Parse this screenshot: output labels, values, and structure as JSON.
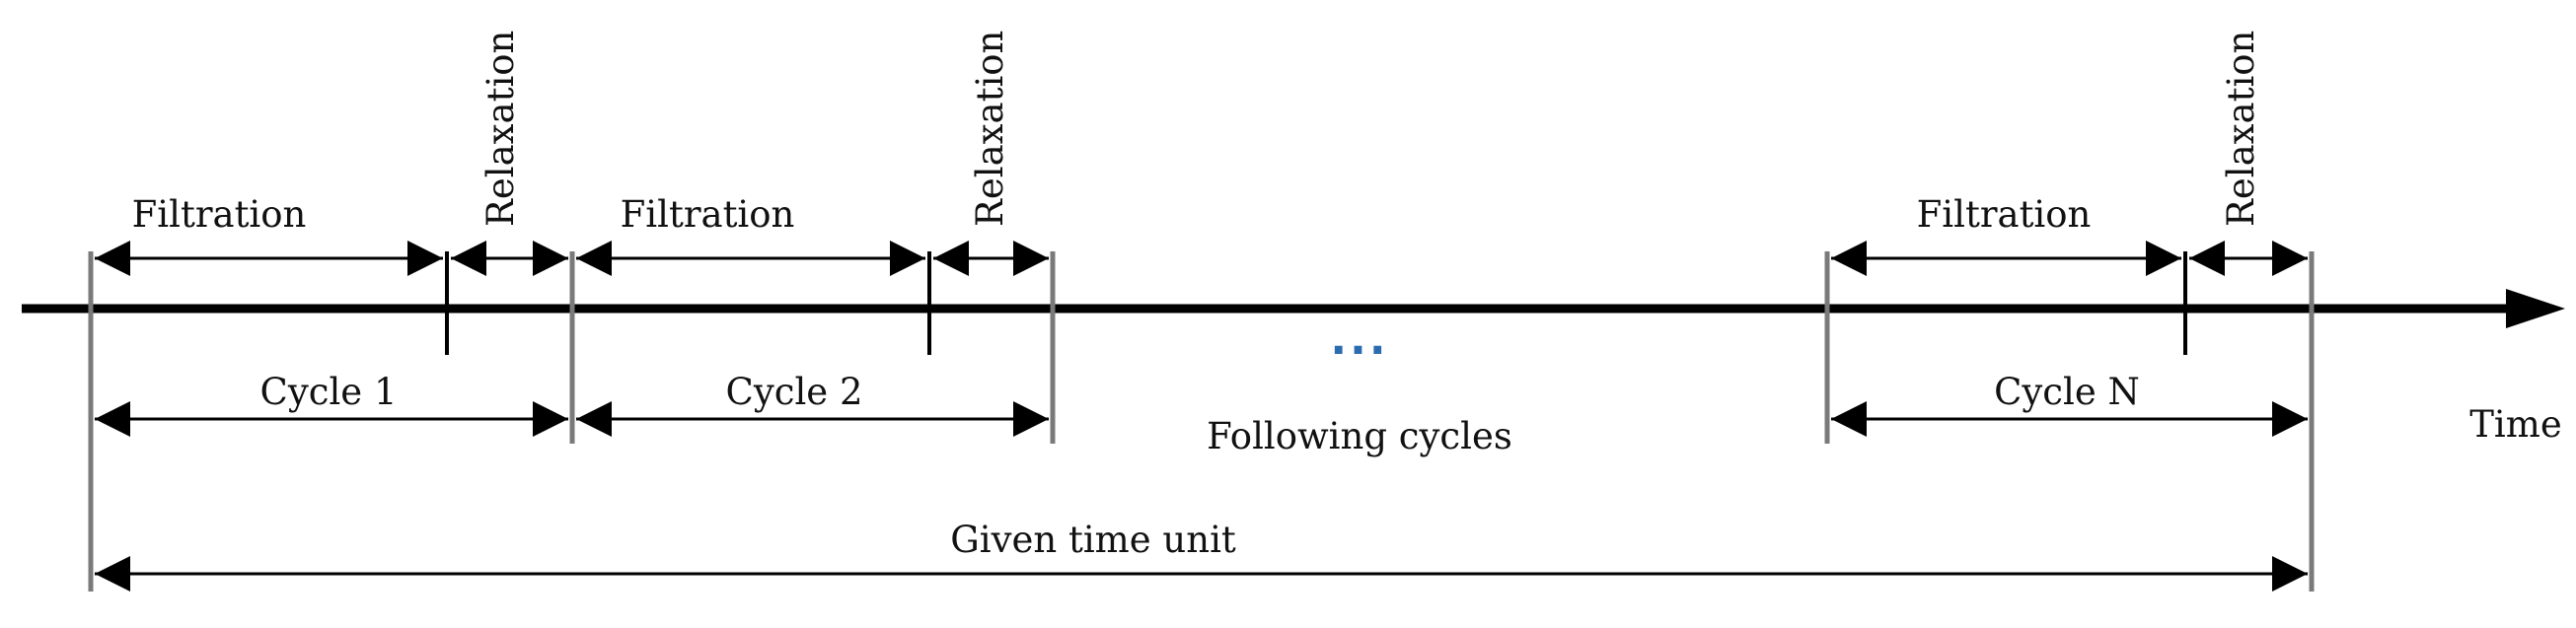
{
  "labels": {
    "filtration": "Filtration",
    "relaxation": "Relaxation",
    "cycle_1": "Cycle 1",
    "cycle_2": "Cycle 2",
    "cycle_n": "Cycle N",
    "following_cycles": "Following cycles",
    "ellipsis": "...",
    "time": "Time",
    "given_time_unit": "Given time unit"
  },
  "colors": {
    "axis": "#000000",
    "cycle_boundary": "#7a7a7a",
    "ellipsis_dots": [
      "#e3a21a",
      "#2b6cb0",
      "#e3a21a"
    ]
  }
}
